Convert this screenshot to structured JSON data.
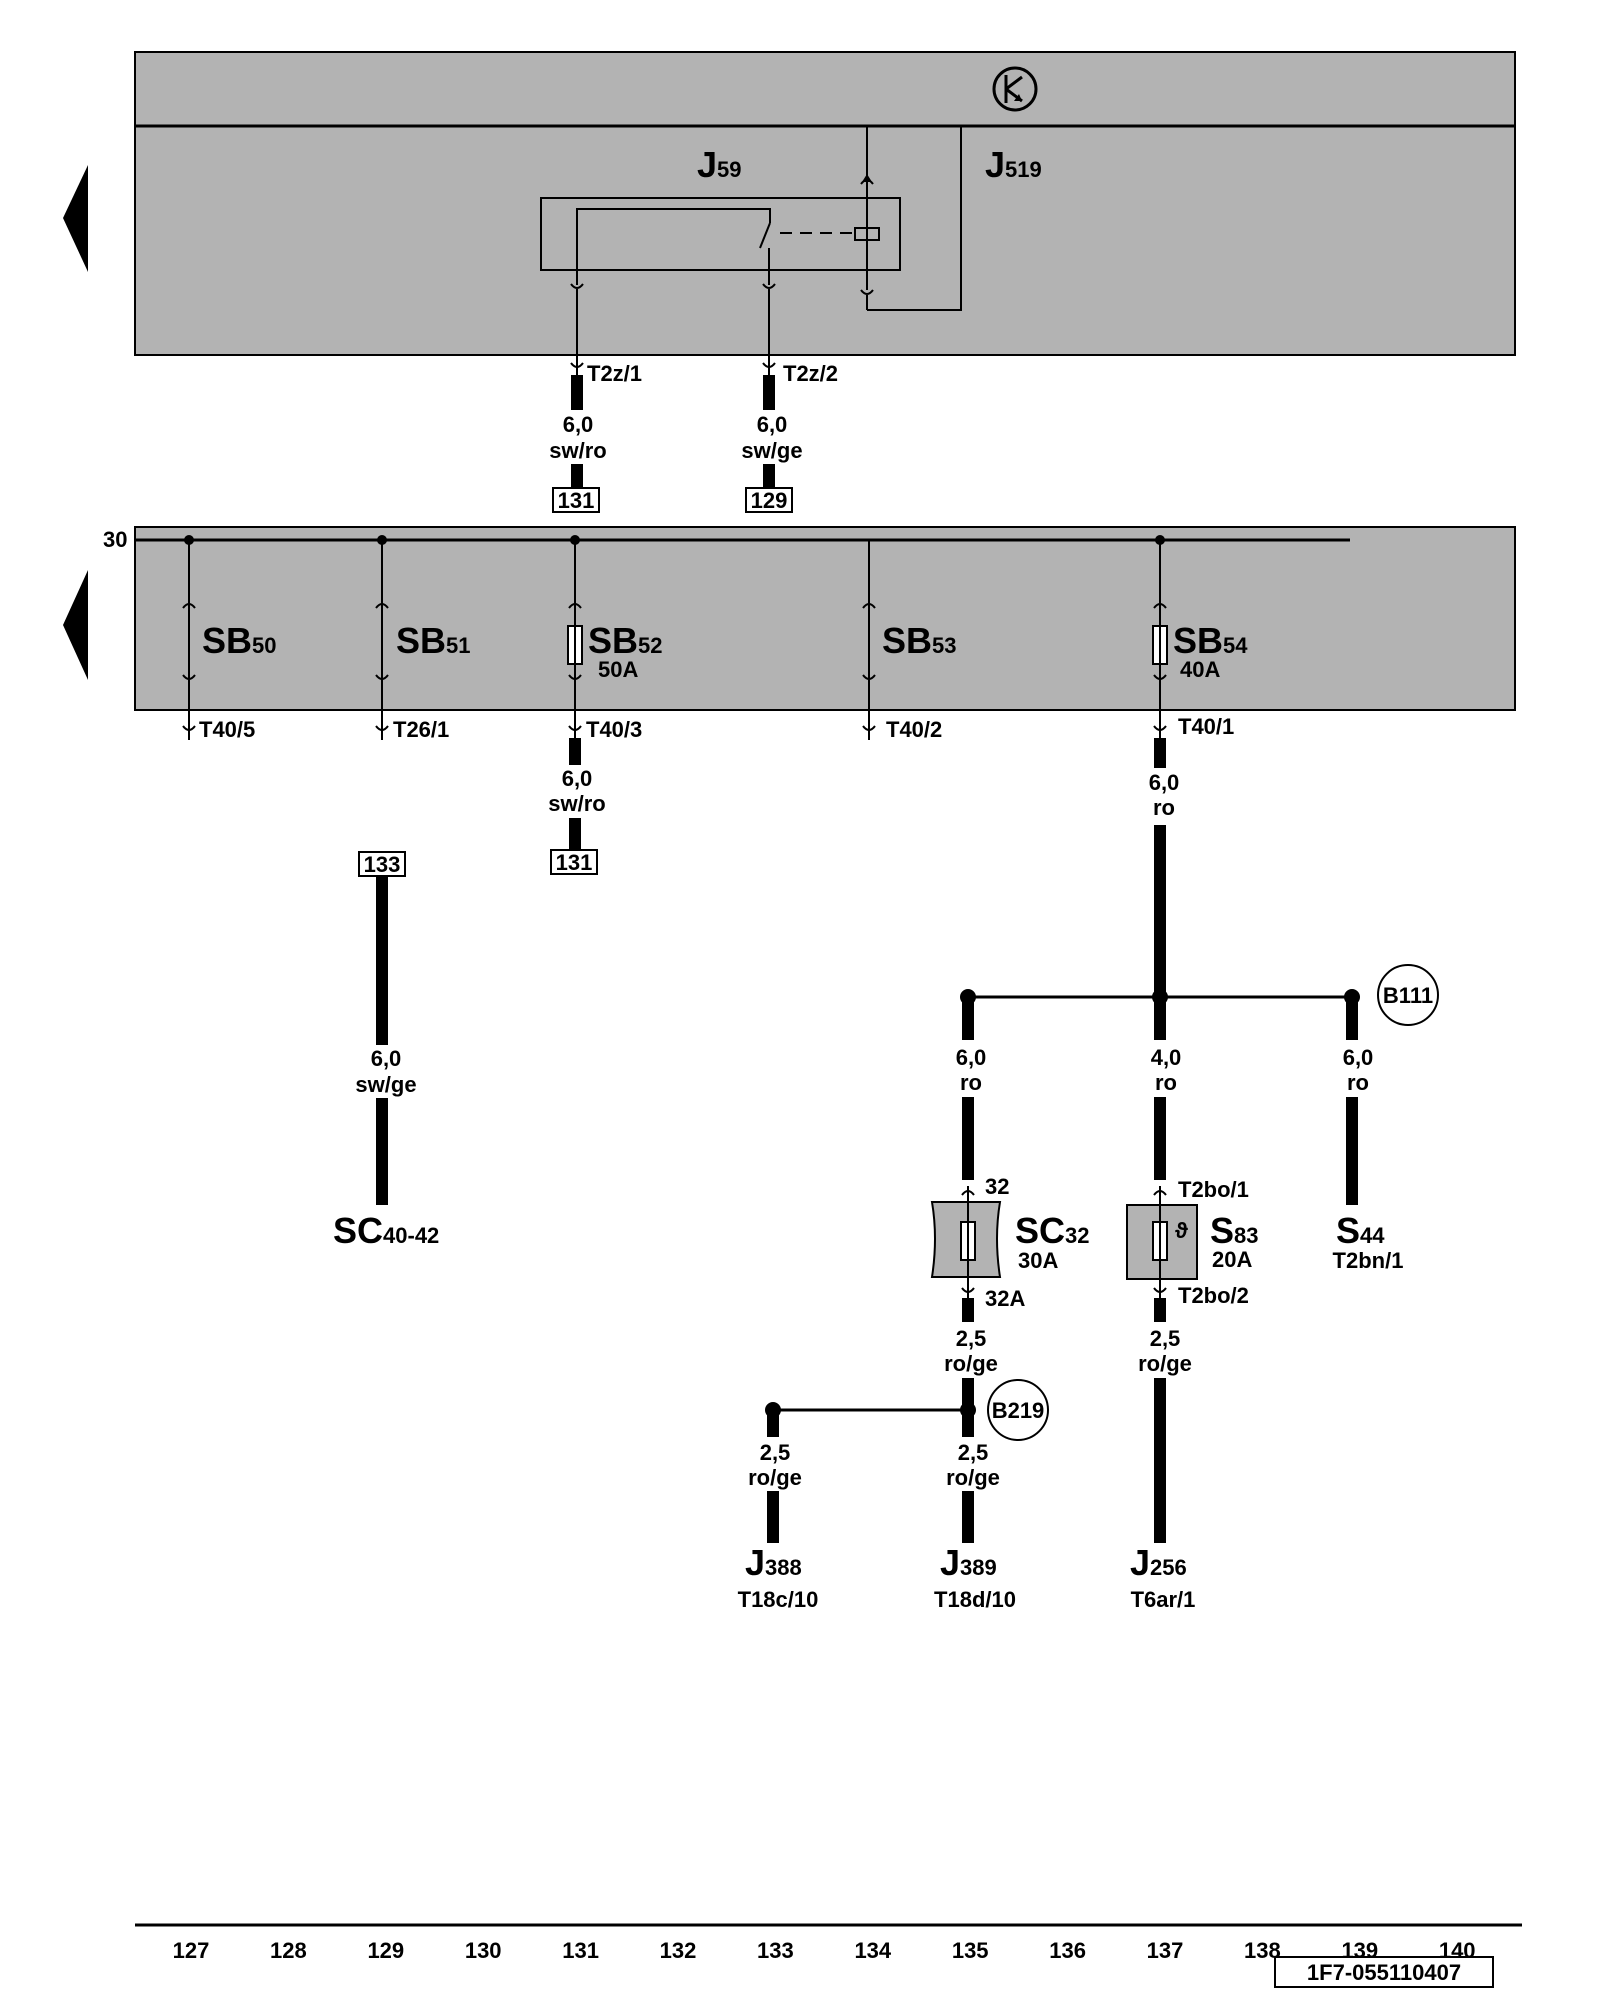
{
  "components": {
    "j59": {
      "letter": "J",
      "num": "59"
    },
    "j519": {
      "letter": "J",
      "num": "519"
    },
    "sb50": {
      "letter": "SB",
      "num": "50"
    },
    "sb51": {
      "letter": "SB",
      "num": "51"
    },
    "sb52": {
      "letter": "SB",
      "num": "52",
      "rating": "50A"
    },
    "sb53": {
      "letter": "SB",
      "num": "53"
    },
    "sb54": {
      "letter": "SB",
      "num": "54",
      "rating": "40A"
    },
    "sc4042": {
      "letter": "SC",
      "num": "40-42"
    },
    "sc32": {
      "letter": "SC",
      "num": "32",
      "rating": "30A"
    },
    "s83": {
      "letter": "S",
      "num": "83",
      "rating": "20A"
    },
    "s44": {
      "letter": "S",
      "num": "44",
      "pin": "T2bn/1"
    },
    "j388": {
      "letter": "J",
      "num": "388",
      "pin": "T18c/10"
    },
    "j389": {
      "letter": "J",
      "num": "389",
      "pin": "T18d/10"
    },
    "j256": {
      "letter": "J",
      "num": "256",
      "pin": "T6ar/1"
    }
  },
  "connectors": {
    "t2z1": "T2z/1",
    "t2z2": "T2z/2",
    "t405": "T40/5",
    "t261": "T26/1",
    "t403": "T40/3",
    "t402": "T40/2",
    "t401": "T40/1",
    "pin32": "32",
    "pin32a": "32A",
    "t2bo1": "T2bo/1",
    "t2bo2": "T2bo/2"
  },
  "wires": {
    "w1": {
      "size": "6,0",
      "color": "sw/ro"
    },
    "w2": {
      "size": "6,0",
      "color": "sw/ge"
    },
    "w3": {
      "size": "6,0",
      "color": "sw/ro"
    },
    "w4": {
      "size": "6,0",
      "color": "ro"
    },
    "w5": {
      "size": "6,0",
      "color": "sw/ge"
    },
    "w6": {
      "size": "6,0",
      "color": "ro"
    },
    "w7": {
      "size": "4,0",
      "color": "ro"
    },
    "w8": {
      "size": "6,0",
      "color": "ro"
    },
    "w9": {
      "size": "2,5",
      "color": "ro/ge"
    },
    "w10": {
      "size": "2,5",
      "color": "ro/ge"
    },
    "w11": {
      "size": "2,5",
      "color": "ro/ge"
    },
    "w12": {
      "size": "2,5",
      "color": "ro/ge"
    }
  },
  "refs": {
    "r131a": "131",
    "r129": "129",
    "r131b": "131",
    "r133": "133"
  },
  "splices": {
    "b111": "B111",
    "b219": "B219"
  },
  "terminal30": "30",
  "columns": [
    "127",
    "128",
    "129",
    "130",
    "131",
    "132",
    "133",
    "134",
    "135",
    "136",
    "137",
    "138",
    "139",
    "140"
  ],
  "doc_number": "1F7-055110407",
  "colors": {
    "panel": "#b3b3b3",
    "line": "#000000"
  }
}
